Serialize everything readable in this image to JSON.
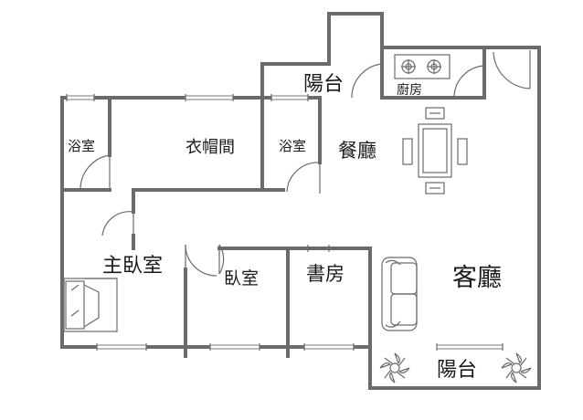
{
  "floorplan": {
    "rooms": {
      "balcony_top": "陽台",
      "kitchen": "廚房",
      "bath_left": "浴室",
      "closet": "衣帽間",
      "bath_center": "浴室",
      "dining": "餐廳",
      "master_bedroom": "主臥室",
      "bedroom": "臥室",
      "study": "書房",
      "living_room": "客廳",
      "balcony_bottom": "陽台"
    },
    "fixtures": [
      "stove-icon",
      "dining-table-icon",
      "bed-icon",
      "sofa-icon",
      "plant-icon"
    ],
    "colors": {
      "wall": "#6b6b6b",
      "background": "#ffffff",
      "text": "#1a1a1a"
    }
  }
}
